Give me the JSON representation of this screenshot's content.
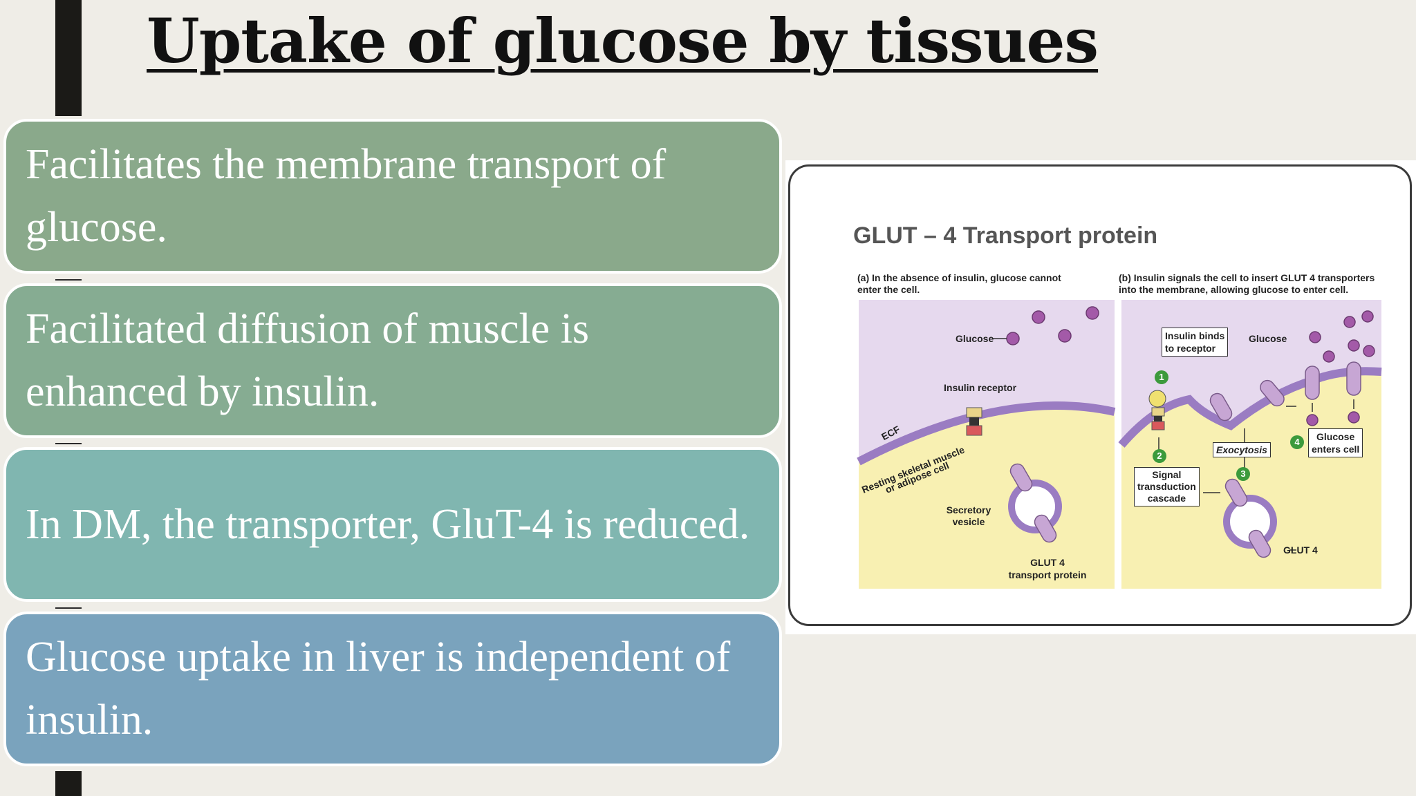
{
  "slide": {
    "title": "Uptake of glucose by tissues",
    "points": [
      "Facilitates the membrane transport of glucose.",
      "Facilitated diffusion of muscle is enhanced by insulin.",
      "In DM, the transporter, GluT-4 is reduced.",
      "Glucose uptake in liver is independent of insulin."
    ]
  },
  "figure": {
    "title": "GLUT – 4 Transport protein",
    "panel_a": {
      "caption": "(a) In the absence of insulin, glucose cannot enter the cell.",
      "glucose": "Glucose",
      "insulin_receptor": "Insulin receptor",
      "ecf": "ECF",
      "cell_line1": "Resting skeletal muscle",
      "cell_line2": "or adipose cell",
      "vesicle_line1": "Secretory",
      "vesicle_line2": "vesicle",
      "glut_line1": "GLUT 4",
      "glut_line2": "transport protein"
    },
    "panel_b": {
      "caption": "(b) Insulin signals the cell to insert GLUT 4 transporters into the membrane, allowing glucose to enter cell.",
      "insulin_binds_line1": "Insulin binds",
      "insulin_binds_line2": "to receptor",
      "glucose": "Glucose",
      "exocytosis": "Exocytosis",
      "glucose_enters_line1": "Glucose",
      "glucose_enters_line2": "enters cell",
      "signal_line1": "Signal",
      "signal_line2": "transduction",
      "signal_line3": "cascade",
      "glut": "GLUT 4",
      "steps": [
        "1",
        "2",
        "3",
        "4"
      ]
    },
    "colors": {
      "ecf": "#e6d9ee",
      "cytoplasm": "#f8f0b2",
      "membrane": "#9a7cc2",
      "glucose": "#a35aa8",
      "glut": "#c7a6d4",
      "step_badge": "#3c9a3c"
    }
  }
}
